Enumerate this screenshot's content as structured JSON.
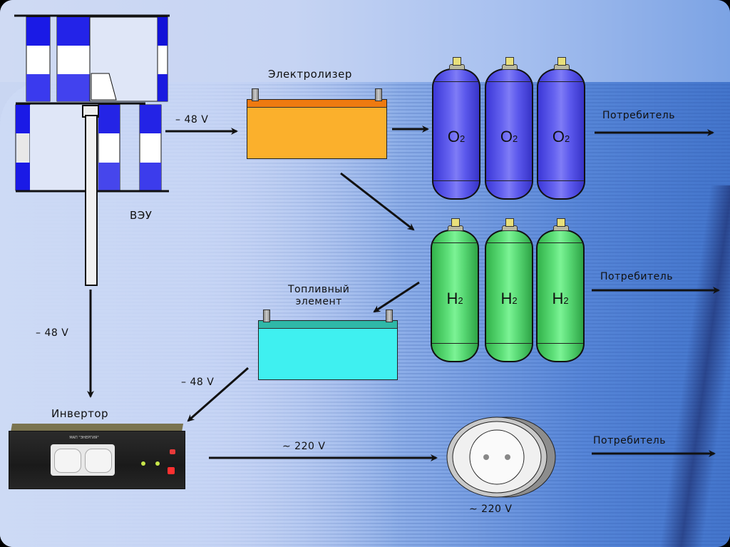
{
  "diagram": {
    "title": "Hydrogen energy storage scheme with wind turbine",
    "colors": {
      "o2_tank": "#5b58ec",
      "h2_tank": "#5fe07a",
      "electrolyzer": "#fbb02c",
      "fuel_cell": "#3ff0f0",
      "wind_blade_blue": "#1a1ae6",
      "arrow": "#111111"
    },
    "components": {
      "wind_turbine": {
        "label": "ВЭУ"
      },
      "electrolyzer": {
        "label": "Электролизер"
      },
      "fuel_cell": {
        "label_line1": "Топливный",
        "label_line2": "элемент"
      },
      "inverter": {
        "label": "Инвертор",
        "brand_text": "МАП \"ЭНЕРГИЯ\""
      },
      "o2_tanks": [
        {
          "formula": "O",
          "subscript": "2"
        },
        {
          "formula": "O",
          "subscript": "2"
        },
        {
          "formula": "O",
          "subscript": "2"
        }
      ],
      "h2_tanks": [
        {
          "formula": "H",
          "subscript": "2"
        },
        {
          "formula": "H",
          "subscript": "2"
        },
        {
          "formula": "H",
          "subscript": "2"
        }
      ],
      "wall_socket": {
        "label": "∼ 220 V"
      }
    },
    "flows": {
      "turbine_to_electrolyzer": "– 48 V",
      "turbine_to_inverter": "– 48 V",
      "fuel_cell_to_inverter": "– 48 V",
      "inverter_to_socket": "∼ 220 V",
      "o2_consumer": "Потребитель",
      "h2_consumer": "Потребитель",
      "socket_consumer": "Потребитель"
    }
  }
}
